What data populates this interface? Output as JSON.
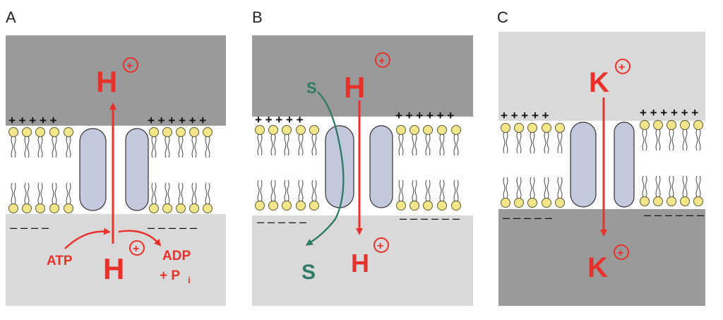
{
  "colors": {
    "dark_gray": "#9a9a9a",
    "mid_gray": "#bdbdbd",
    "light_gray": "#d9d9d9",
    "red": "#e8312a",
    "green": "#2f7a66",
    "lipid_head": "#f3e58a",
    "protein": "#c3c8dd"
  },
  "panels": [
    {
      "letter": "A",
      "top_charges": "+ + + + +",
      "top_charges_right": "+ + + + + +",
      "bottom_charges": "– – – –",
      "bottom_charges_right": "– – – – –",
      "ion_top": "H",
      "ion_bottom": "H",
      "left_label": "ATP",
      "right_label_1": "ADP",
      "right_label_2": "+ P",
      "right_label_sub": "i"
    },
    {
      "letter": "B",
      "top_charges": "+ + + + +",
      "top_charges_right": "+ + + + + +",
      "bottom_charges": "– – – – –",
      "bottom_charges_right": "– – – – – –",
      "ion_top": "H",
      "ion_bottom": "H",
      "s_top": "S",
      "s_bottom": "S"
    },
    {
      "letter": "C",
      "top_charges": "+ + + + +",
      "top_charges_right": "+ + + + + +",
      "bottom_charges": "– – – – –",
      "bottom_charges_right": "– – – – – –",
      "ion_top": "K",
      "ion_bottom": "K"
    }
  ]
}
